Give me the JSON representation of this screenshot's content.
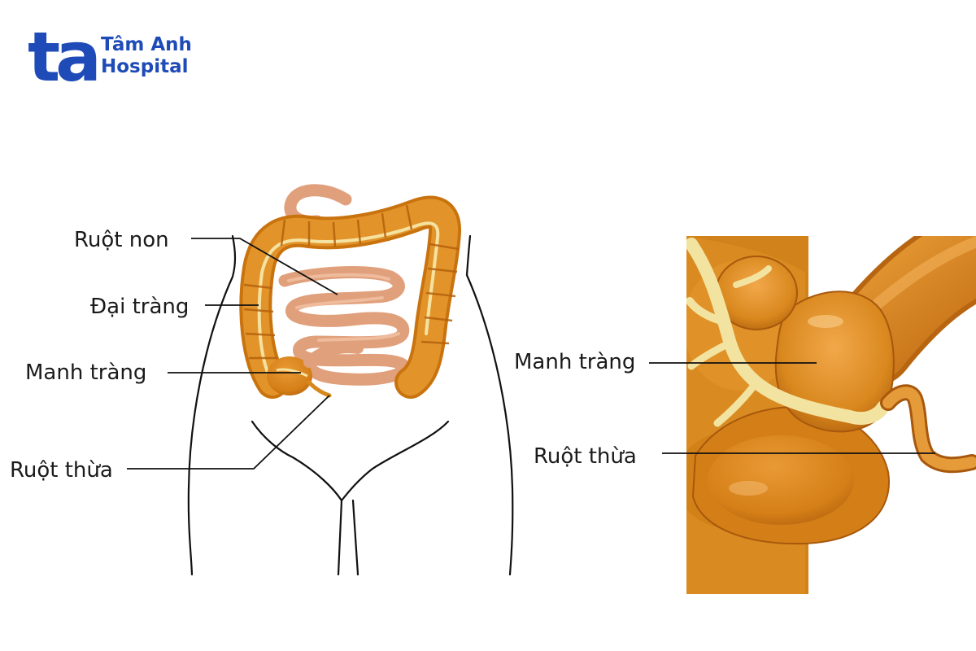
{
  "logo": {
    "mark": "ta",
    "line1": "Tâm Anh",
    "line2": "Hospital",
    "color": "#1f4bb8"
  },
  "left_figure": {
    "labels": {
      "small_intestine": "Ruột non",
      "large_intestine": "Đại tràng",
      "cecum": "Manh tràng",
      "appendix": "Ruột thừa"
    }
  },
  "right_figure": {
    "labels": {
      "cecum": "Manh tràng",
      "appendix": "Ruột thừa"
    }
  },
  "colors": {
    "organ": "#d9881e",
    "organ_dark": "#b8650e",
    "organ_light": "#f0ad45",
    "fat": "#f4e4a3",
    "small_intestine": "#e3a07a",
    "outline": "#111111"
  }
}
